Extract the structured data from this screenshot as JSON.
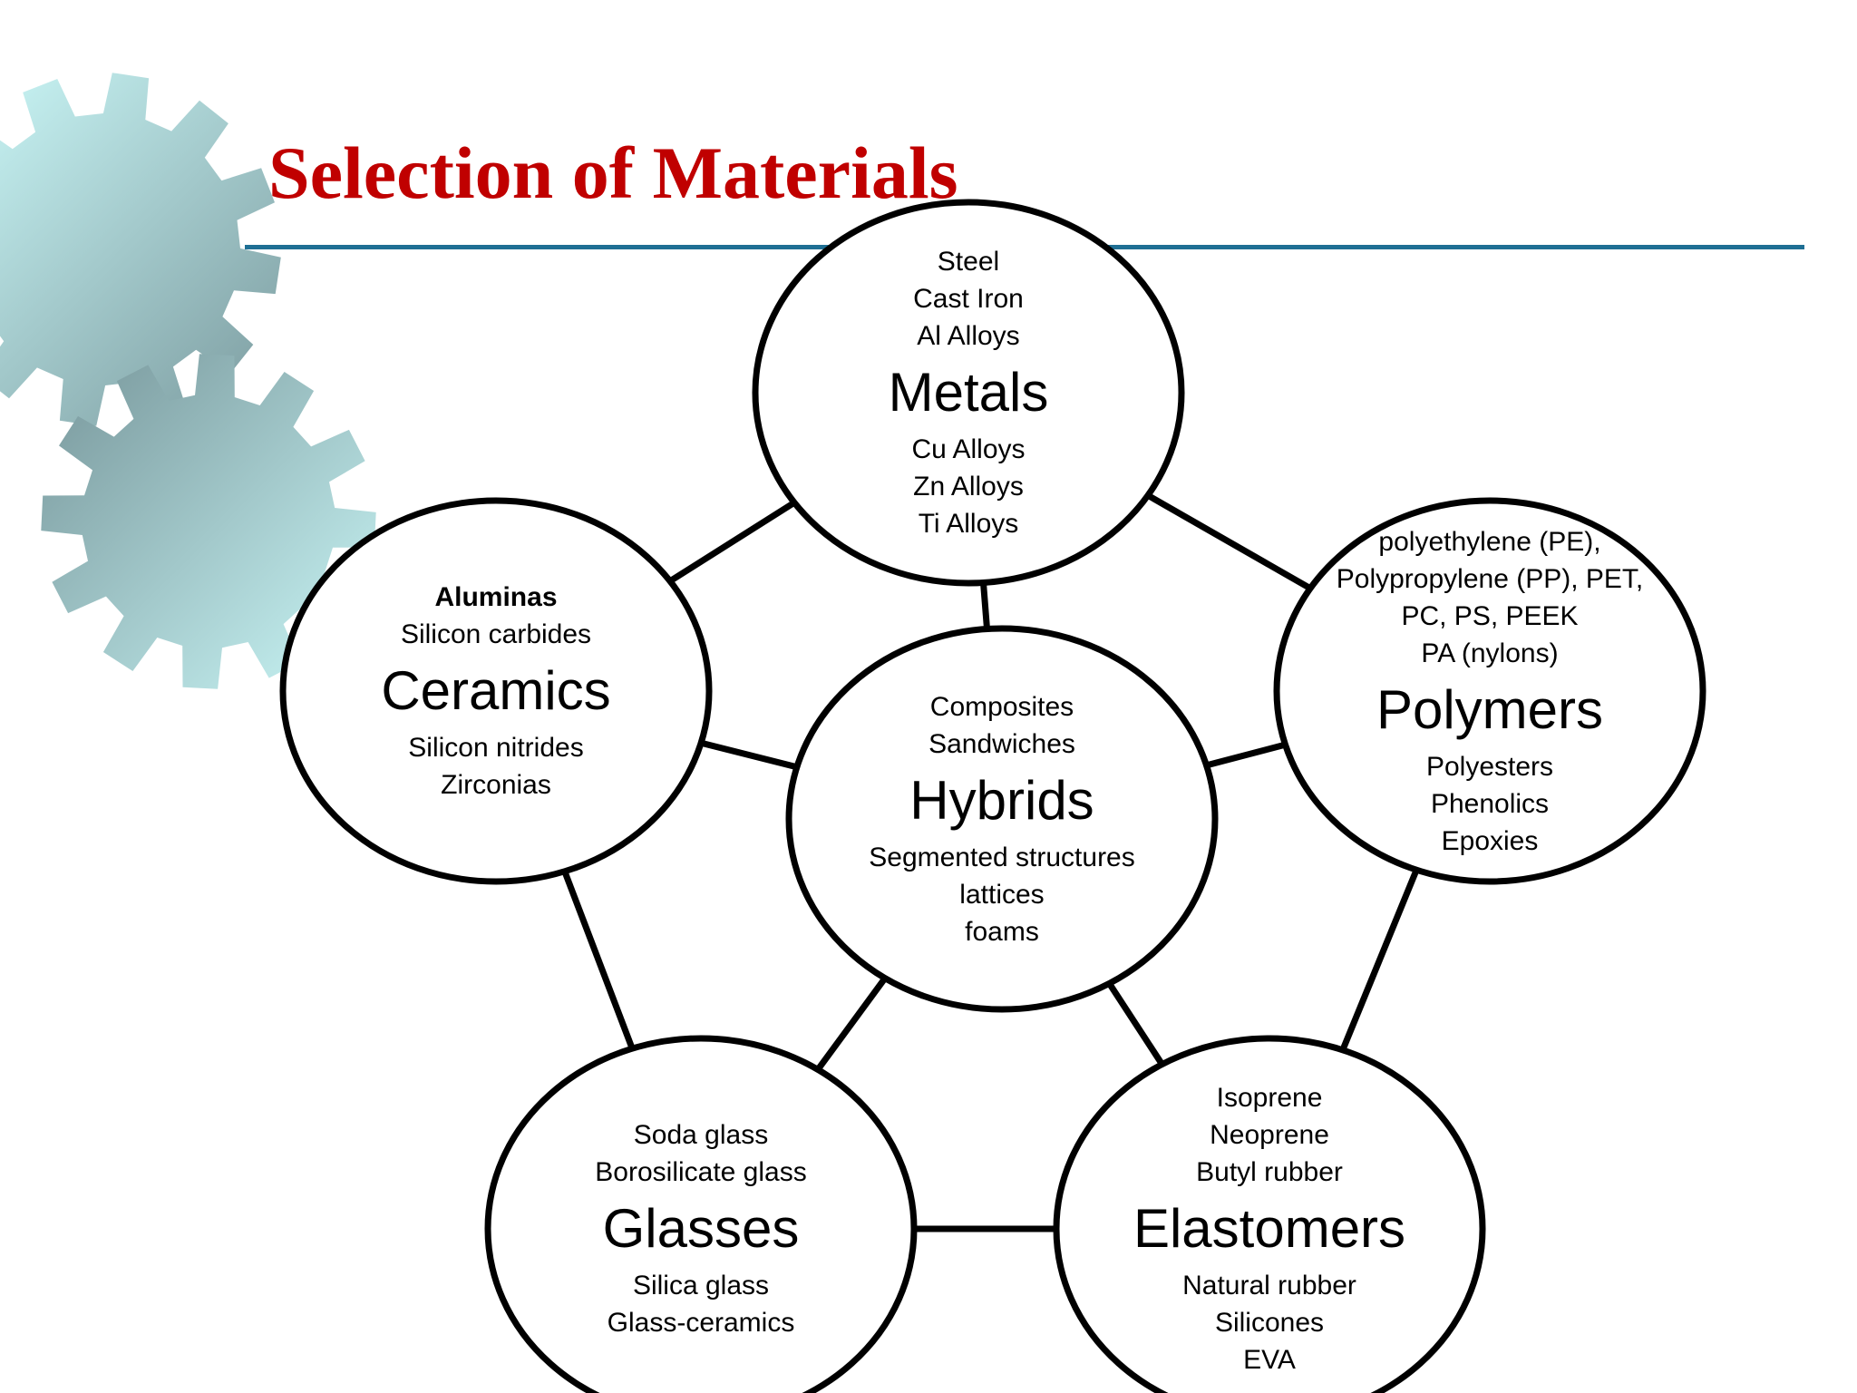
{
  "title": "Selection of Materials",
  "colors": {
    "title": "#c00000",
    "rule": "#1f6f94",
    "stroke": "#000000",
    "gear_light": "#c7f3f3",
    "gear_dark": "#7e9ea2"
  },
  "nodes": {
    "metals": {
      "before": [
        "Steel",
        "Cast Iron",
        "Al Alloys"
      ],
      "label": "Metals",
      "after": [
        "Cu Alloys",
        "Zn Alloys",
        "Ti Alloys"
      ]
    },
    "ceramics": {
      "before": [
        "Aluminas",
        "Silicon carbides"
      ],
      "label": "Ceramics",
      "after": [
        "Silicon nitrides",
        "Zirconias"
      ]
    },
    "polymers": {
      "before": [
        "polyethylene (PE),",
        "Polypropylene (PP), PET,",
        "PC, PS, PEEK",
        "PA (nylons)"
      ],
      "label": "Polymers",
      "after": [
        "Polyesters",
        "Phenolics",
        "Epoxies"
      ]
    },
    "hybrids": {
      "before": [
        "Composites",
        "Sandwiches"
      ],
      "label": "Hybrids",
      "after": [
        "Segmented structures",
        "lattices",
        "foams"
      ]
    },
    "glasses": {
      "before": [
        "Soda glass",
        "Borosilicate glass"
      ],
      "label": "Glasses",
      "after": [
        "Silica glass",
        "Glass-ceramics"
      ]
    },
    "elastomers": {
      "before": [
        "Isoprene",
        "Neoprene",
        "Butyl rubber"
      ],
      "label": "Elastomers",
      "after": [
        "Natural rubber",
        "Silicones",
        "EVA"
      ]
    }
  },
  "connections": [
    [
      "metals",
      "ceramics"
    ],
    [
      "metals",
      "polymers"
    ],
    [
      "metals",
      "hybrids"
    ],
    [
      "ceramics",
      "hybrids"
    ],
    [
      "ceramics",
      "glasses"
    ],
    [
      "polymers",
      "hybrids"
    ],
    [
      "polymers",
      "elastomers"
    ],
    [
      "hybrids",
      "glasses"
    ],
    [
      "hybrids",
      "elastomers"
    ],
    [
      "glasses",
      "elastomers"
    ]
  ]
}
